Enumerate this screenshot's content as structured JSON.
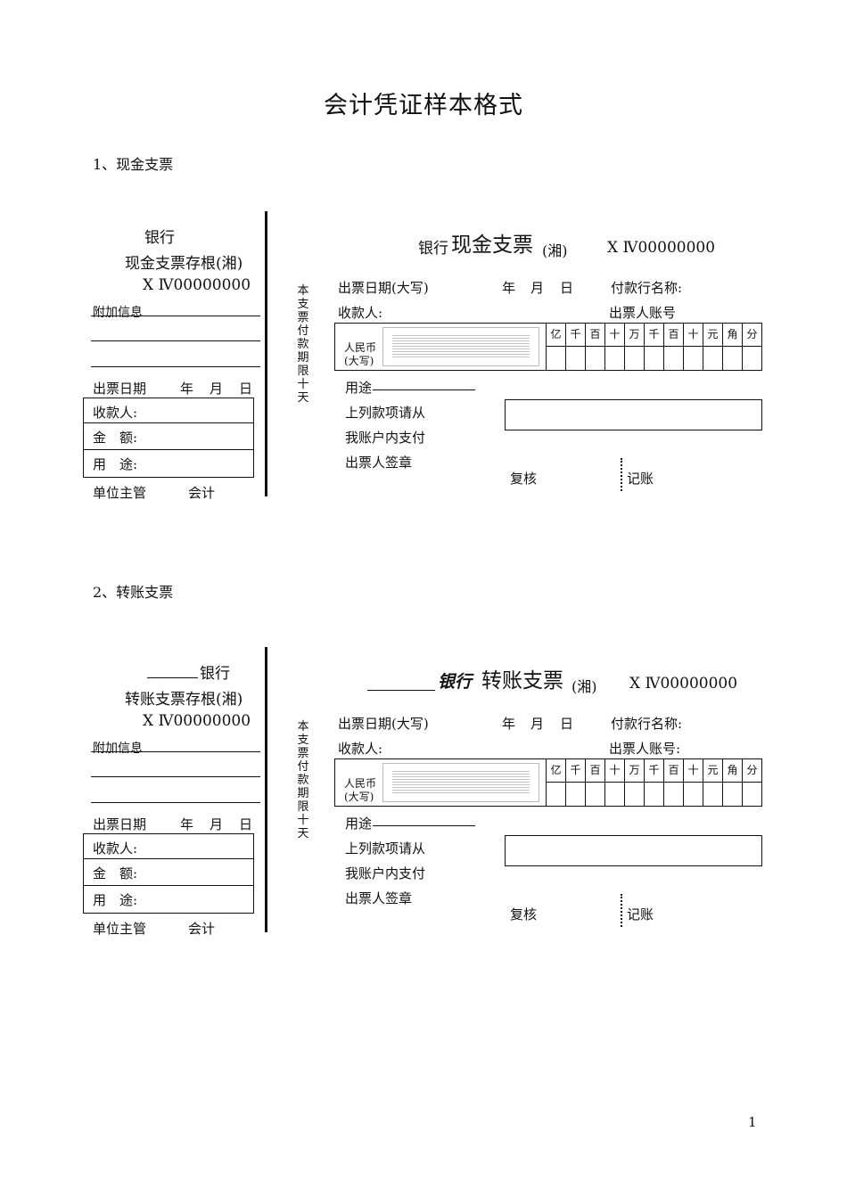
{
  "page": {
    "title": "会计凭证样本格式",
    "page_number": "1"
  },
  "sections": [
    {
      "heading": "1、现金支票",
      "stub": {
        "bank_prefix": "",
        "bank": "银行",
        "name": "现金支票存根(湘)",
        "serial": "X Ⅳ00000000",
        "extra_info_label": "附加信息",
        "date_label": "出票日期",
        "year": "年",
        "month": "月",
        "day": "日",
        "rows": [
          "收款人:",
          "金　额:",
          "用　途:"
        ],
        "footer_manager": "单位主管",
        "footer_accountant": "会计"
      },
      "perforation_note": "本支票付款期限十天",
      "cheque": {
        "bank": "银行",
        "type": "现金支票",
        "region": "(湘)",
        "serial": "X Ⅳ00000000",
        "date_label": "出票日期(大写)",
        "year": "年",
        "month": "月",
        "day": "日",
        "payer_bank_label": "付款行名称:",
        "payee_label": "收款人:",
        "account_label": "出票人账号",
        "rmb_label": "人民币",
        "rmb_caps": "(大写)",
        "digit_headers": [
          "亿",
          "千",
          "百",
          "十",
          "万",
          "千",
          "百",
          "十",
          "元",
          "角",
          "分"
        ],
        "purpose_label": "用途",
        "instruction_lines": [
          "上列款项请从",
          "我账户内支付",
          "出票人签章"
        ],
        "review_label": "复核",
        "bookkeeping_label": "记账"
      }
    },
    {
      "heading": "2、转账支票",
      "stub": {
        "bank_prefix": "______",
        "bank": "银行",
        "name": "转账支票存根(湘)",
        "serial": "X Ⅳ00000000",
        "extra_info_label": "附加信息",
        "date_label": "出票日期",
        "year": "年",
        "month": "月",
        "day": "日",
        "rows": [
          "收款人:",
          "金　额:",
          "用　途:"
        ],
        "footer_manager": "单位主管",
        "footer_accountant": "会计"
      },
      "perforation_note": "本支票付款期限十天",
      "cheque": {
        "bank": "银行",
        "type": "转账支票",
        "region": "(湘)",
        "serial": "X Ⅳ00000000",
        "date_label": "出票日期(大写)",
        "year": "年",
        "month": "月",
        "day": "日",
        "payer_bank_label": "付款行名称:",
        "payee_label": "收款人:",
        "account_label": "出票人账号:",
        "rmb_label": "人民币",
        "rmb_caps": "(大写)",
        "digit_headers": [
          "亿",
          "千",
          "百",
          "十",
          "万",
          "千",
          "百",
          "十",
          "元",
          "角",
          "分"
        ],
        "purpose_label": "用途",
        "instruction_lines": [
          "上列款项请从",
          "我账户内支付",
          "出票人签章"
        ],
        "review_label": "复核",
        "bookkeeping_label": "记账"
      }
    }
  ]
}
